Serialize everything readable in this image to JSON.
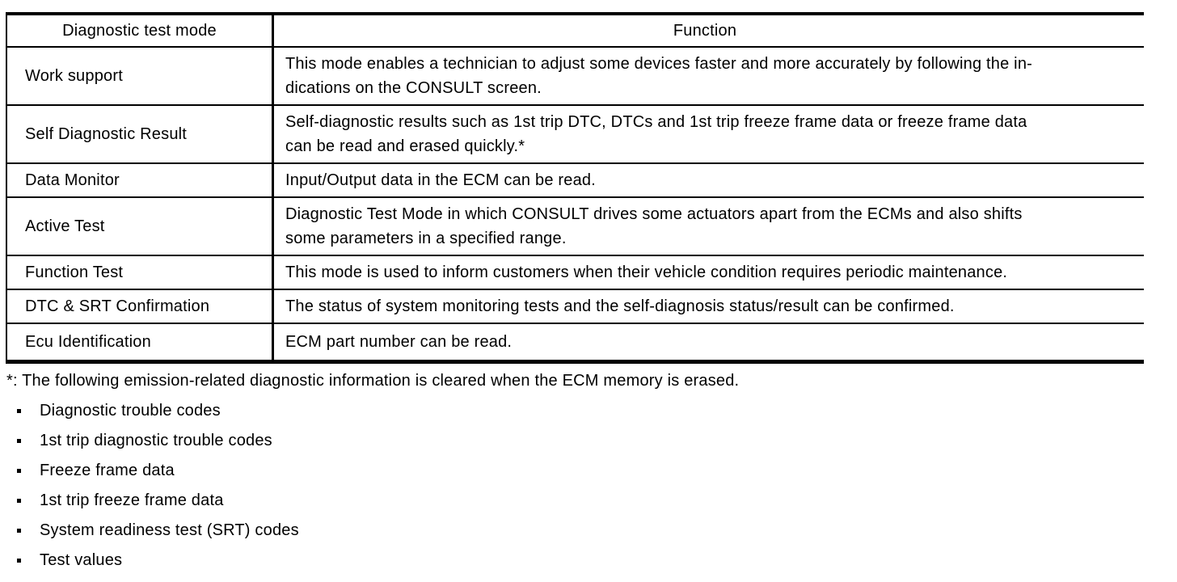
{
  "page": {
    "background": "#ffffff",
    "text_color": "#000000",
    "border_color": "#000000"
  },
  "table": {
    "headers": [
      "Diagnostic test mode",
      "Function"
    ],
    "rows": [
      {
        "mode": "Work support",
        "function": [
          "This mode enables a technician to adjust some devices faster and more accurately by following the in-",
          "dications on the CONSULT screen."
        ]
      },
      {
        "mode": "Self Diagnostic Result",
        "function": [
          "Self-diagnostic results such as 1st trip DTC, DTCs and 1st trip freeze frame data or freeze frame data",
          "can be read and erased quickly.*"
        ]
      },
      {
        "mode": "Data Monitor",
        "function": [
          "Input/Output data in the ECM can be read."
        ]
      },
      {
        "mode": "Active Test",
        "function": [
          "Diagnostic Test Mode in which CONSULT drives some actuators apart from the ECMs and also shifts",
          "some parameters in a specified range."
        ]
      },
      {
        "mode": "Function Test",
        "function": [
          "This mode is used to inform customers when their vehicle condition requires periodic maintenance."
        ]
      },
      {
        "mode": "DTC & SRT Confirmation",
        "function": [
          "The status of system monitoring tests and the self-diagnosis status/result can be confirmed."
        ]
      },
      {
        "mode": "Ecu Identification",
        "function": [
          "ECM part number can be read."
        ]
      }
    ]
  },
  "footnote": "*: The following emission-related diagnostic information is cleared when the ECM memory is erased.",
  "bullets": {
    "group1": [
      "Diagnostic trouble codes",
      "1st trip diagnostic trouble codes",
      "Freeze frame data",
      "1st trip freeze frame data"
    ],
    "group2": [
      "System readiness test (SRT) codes",
      "Test values"
    ]
  }
}
